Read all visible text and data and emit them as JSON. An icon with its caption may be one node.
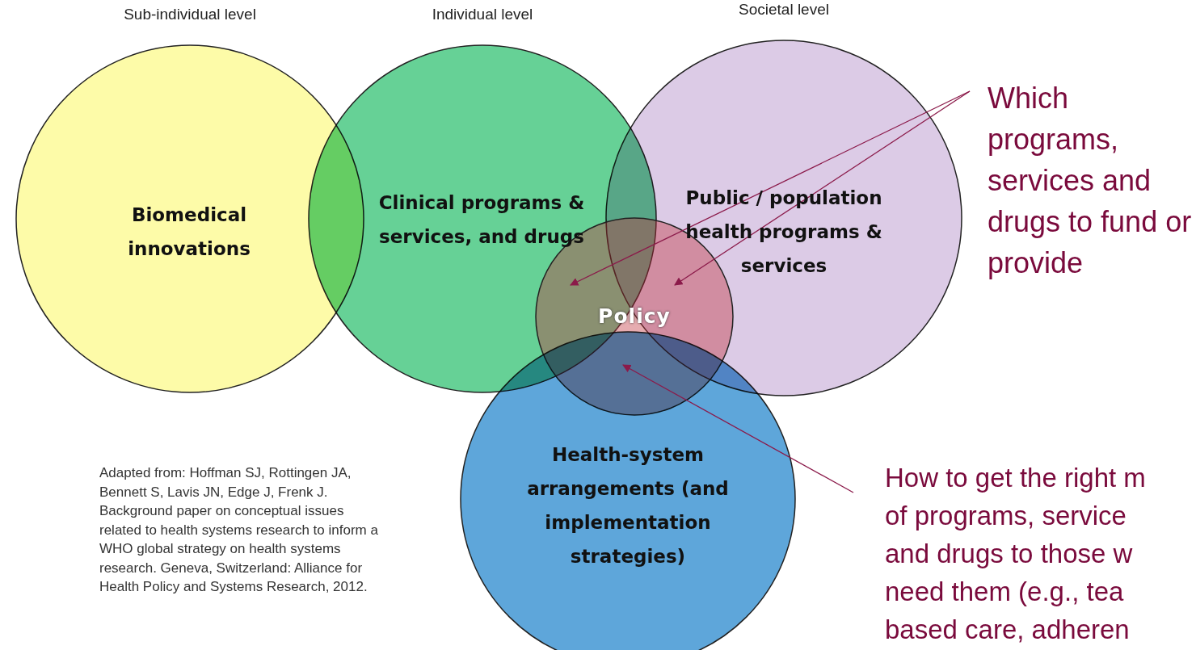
{
  "diagram": {
    "nodes": [
      {
        "text": [
          "Biomedical innovations"
        ],
        "beside": [
          "Sub-individual level"
        ]
      },
      {
        "text": [
          "Clinical programs & services, and drugs"
        ],
        "beside": [
          "Individual level"
        ]
      },
      {
        "text": [
          "Public / population health programs & services"
        ],
        "beside": [
          "Societal level"
        ]
      },
      {
        "text": [
          "Policy"
        ]
      },
      {
        "text": [
          "Health-system arrangements (and implementation strategies)"
        ]
      },
      {
        "text": [
          "Which programs, services and drugs to fund or provide"
        ]
      },
      {
        "text": [
          "How to get the right m of programs, service and drugs to those w need them (e.g., tea based care, adheren"
        ]
      }
    ],
    "edges": [
      {
        "from": 5,
        "to": 3,
        "arrow": "to"
      },
      {
        "from": 5,
        "to": 3,
        "arrow": "to"
      },
      {
        "from": 6,
        "to": 3,
        "arrow": "to"
      }
    ],
    "labels": [
      "Adapted from: Hoffman SJ, Rottingen JA, Bennett S, Lavis JN, Edge J, Frenk J. Background paper on conceptual issues related to health systems research to inform a WHO global strategy on health systems research. Geneva, Switzerland: Alliance for Health Policy and Systems Research, 2012."
    ]
  }
}
